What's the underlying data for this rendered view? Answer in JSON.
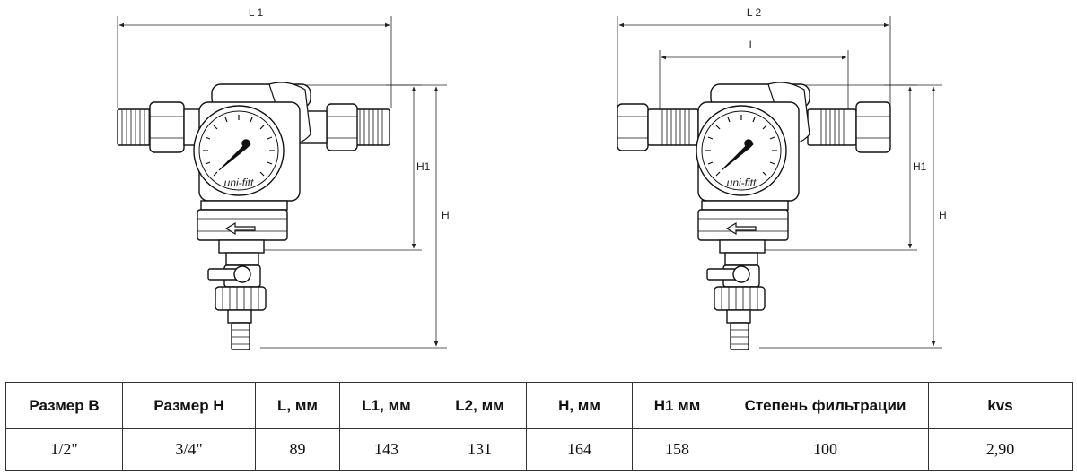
{
  "left_drawing": {
    "dims": {
      "l1": "L 1",
      "h1": "H1",
      "h": "H"
    },
    "brand": "uni-fitt"
  },
  "right_drawing": {
    "dims": {
      "l2": "L 2",
      "l": "L",
      "h1": "H1",
      "h": "H"
    },
    "brand": "uni-fitt"
  },
  "table": {
    "headers": [
      "Размер В",
      "Размер Н",
      "L, мм",
      "L1, мм",
      "L2, мм",
      "H, мм",
      "H1 мм",
      "Степень фильтрации",
      "kvs"
    ],
    "rows": [
      [
        "1/2\"",
        "3/4\"",
        "89",
        "143",
        "131",
        "164",
        "158",
        "100",
        "2,90"
      ]
    ]
  }
}
